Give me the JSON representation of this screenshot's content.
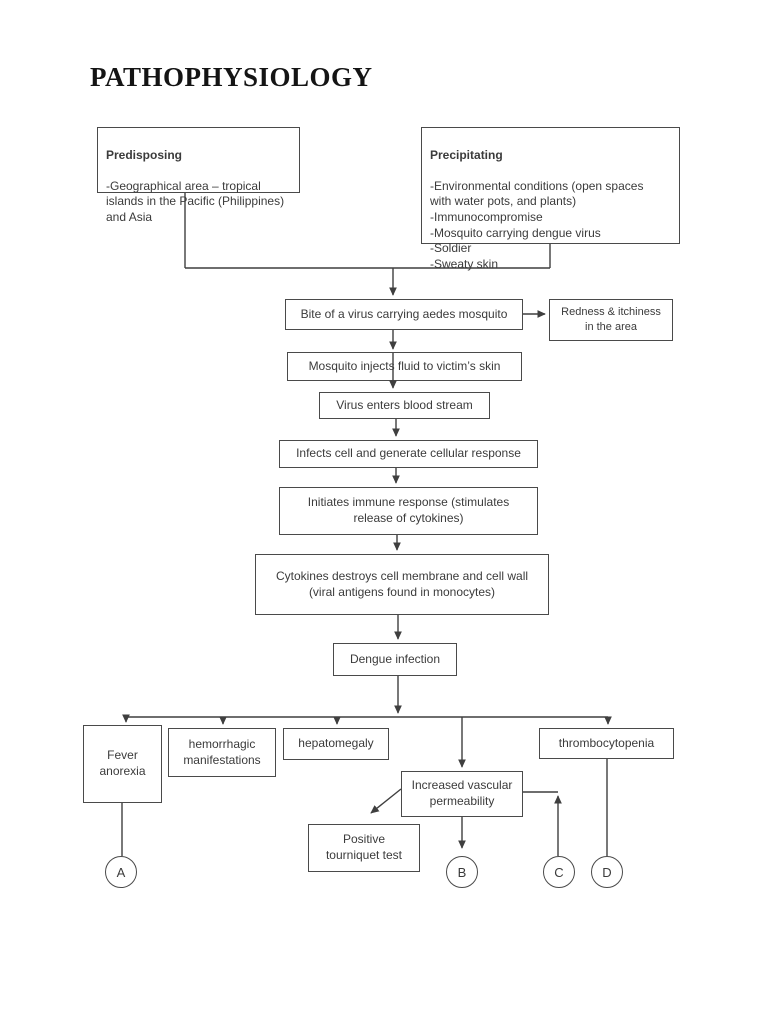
{
  "title": "PATHOPHYSIOLOGY",
  "colors": {
    "ink": "#3f3f3f",
    "background": "#ffffff"
  },
  "flowchart": {
    "predisposing": {
      "heading": "Predisposing",
      "body": "-Geographical area – tropical\nislands in the Pacific (Philippines)\nand Asia"
    },
    "precipitating": {
      "heading": "Precipitating",
      "body": "-Environmental conditions (open spaces\nwith water pots, and plants)\n-Immunocompromise\n-Mosquito carrying dengue virus\n-Soldier\n-Sweaty skin"
    },
    "nodes": {
      "bite": {
        "label": "Bite of a virus carrying aedes mosquito"
      },
      "redness": {
        "label": "Redness & itchiness\nin the area"
      },
      "mosquito": {
        "label": "Mosquito injects fluid to victim’s skin"
      },
      "virus": {
        "label": "Virus enters blood stream"
      },
      "infects": {
        "label": "Infects cell and generate cellular response"
      },
      "initiates": {
        "label": "Initiates immune response (stimulates\nrelease of cytokines)"
      },
      "cytokines": {
        "label": "Cytokines destroys cell membrane and cell wall\n(viral antigens found in monocytes)"
      },
      "dengue": {
        "label": "Dengue infection"
      },
      "fever": {
        "label": "Fever\nanorexia"
      },
      "hemorrhagic": {
        "label": "hemorrhagic\nmanifestations"
      },
      "hepatomegaly": {
        "label": "hepatomegaly"
      },
      "thrombocytopenia": {
        "label": "thrombocytopenia"
      },
      "increased_vascular": {
        "label": "Increased vascular\npermeability"
      },
      "tourniquet": {
        "label": "Positive\ntourniquet test"
      }
    },
    "endpoints": [
      "A",
      "B",
      "C",
      "D"
    ]
  }
}
